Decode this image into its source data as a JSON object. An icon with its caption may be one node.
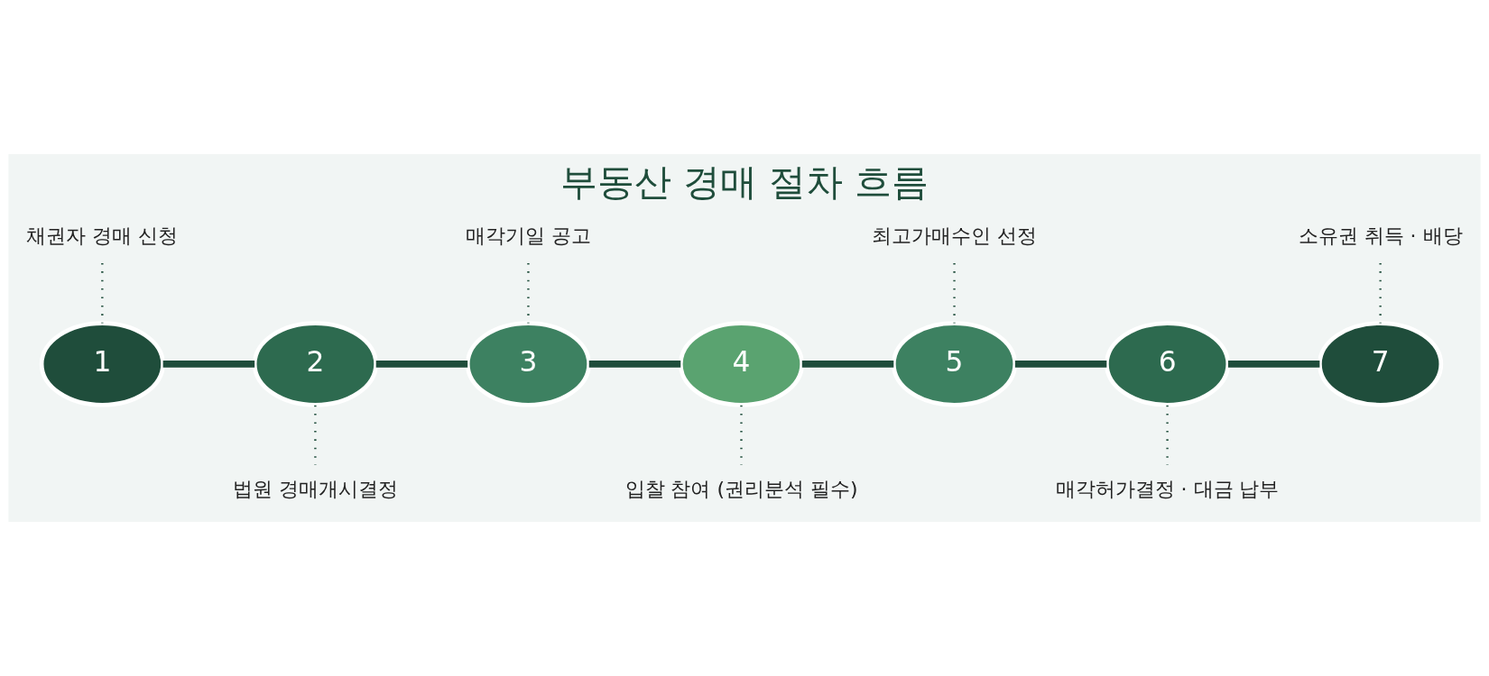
{
  "diagram": {
    "title": "부동산 경매 절차 흐름",
    "nodes": [
      {
        "text": [
          "1"
        ]
      },
      {
        "text": [
          "2"
        ]
      },
      {
        "text": [
          "3"
        ]
      },
      {
        "text": [
          "4"
        ]
      },
      {
        "text": [
          "5"
        ]
      },
      {
        "text": [
          "6"
        ]
      },
      {
        "text": [
          "7"
        ]
      },
      {
        "text": [
          "채권자 경매 신청"
        ]
      },
      {
        "text": [
          "법원 경매개시결정"
        ]
      },
      {
        "text": [
          "매각기일 공고"
        ]
      },
      {
        "text": [
          "입찰 참여 (권리분석 필수)"
        ]
      },
      {
        "text": [
          "최고가매수인 선정"
        ]
      },
      {
        "text": [
          "매각허가결정 · 대금 납부"
        ]
      },
      {
        "text": [
          "소유권 취득 · 배당"
        ]
      }
    ],
    "edges": [
      {
        "from": 0,
        "to": 1,
        "arrow": "none",
        "style": "thick"
      },
      {
        "from": 1,
        "to": 2,
        "arrow": "none",
        "style": "thick"
      },
      {
        "from": 2,
        "to": 3,
        "arrow": "none",
        "style": "thick"
      },
      {
        "from": 3,
        "to": 4,
        "arrow": "none",
        "style": "thick"
      },
      {
        "from": 4,
        "to": 5,
        "arrow": "none",
        "style": "thick"
      },
      {
        "from": 5,
        "to": 6,
        "arrow": "none",
        "style": "thick"
      },
      {
        "from": 7,
        "to": 0,
        "arrow": "none",
        "style": "dashed"
      },
      {
        "from": 1,
        "to": 8,
        "arrow": "none",
        "style": "dashed"
      },
      {
        "from": 9,
        "to": 2,
        "arrow": "none",
        "style": "dashed"
      },
      {
        "from": 3,
        "to": 10,
        "arrow": "none",
        "style": "dashed"
      },
      {
        "from": 11,
        "to": 4,
        "arrow": "none",
        "style": "dashed"
      },
      {
        "from": 5,
        "to": 12,
        "arrow": "none",
        "style": "dashed"
      },
      {
        "from": 13,
        "to": 6,
        "arrow": "none",
        "style": "dashed"
      }
    ]
  }
}
